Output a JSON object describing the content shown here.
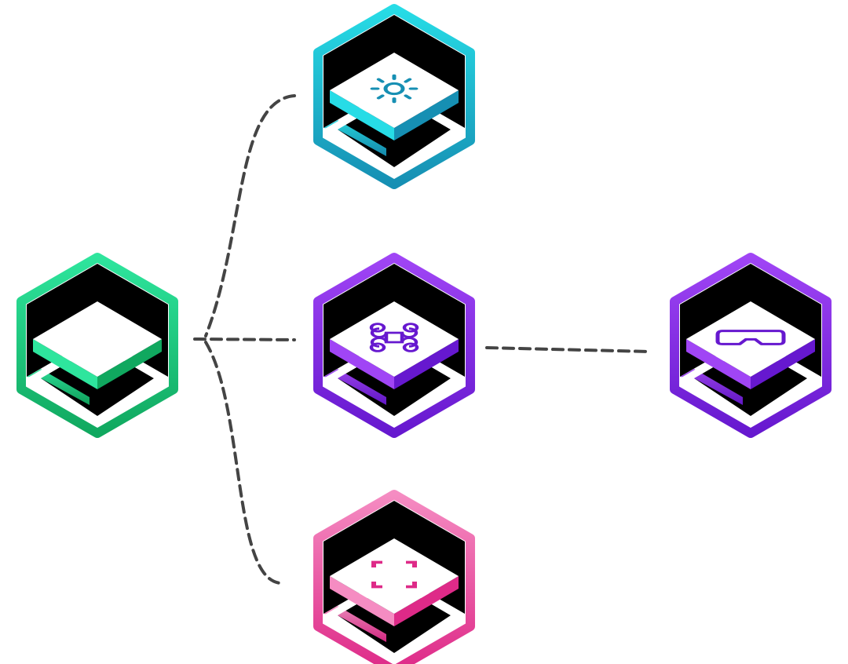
{
  "nodes": [
    {
      "id": "green-layer",
      "icon": "none",
      "color_light": "#2ee59d",
      "color_dark": "#10a85f"
    },
    {
      "id": "cyan-layer",
      "icon": "sun-icon",
      "color_light": "#27dce6",
      "color_dark": "#168fb3"
    },
    {
      "id": "purple-layer",
      "icon": "command-key-icon",
      "color_light": "#a045f5",
      "color_dark": "#6618cf"
    },
    {
      "id": "pink-layer",
      "icon": "focus-frame-icon",
      "color_light": "#f58cc2",
      "color_dark": "#de2a88"
    },
    {
      "id": "purple-vr-layer",
      "icon": "vr-goggles-icon",
      "color_light": "#a045f5",
      "color_dark": "#6618cf"
    }
  ],
  "edges": [
    {
      "from": "green-layer",
      "to": "cyan-layer",
      "style": "dashed"
    },
    {
      "from": "green-layer",
      "to": "purple-layer",
      "style": "dashed"
    },
    {
      "from": "green-layer",
      "to": "pink-layer",
      "style": "dashed"
    },
    {
      "from": "purple-layer",
      "to": "purple-vr-layer",
      "style": "dashed"
    }
  ],
  "edge_color": "#444444"
}
